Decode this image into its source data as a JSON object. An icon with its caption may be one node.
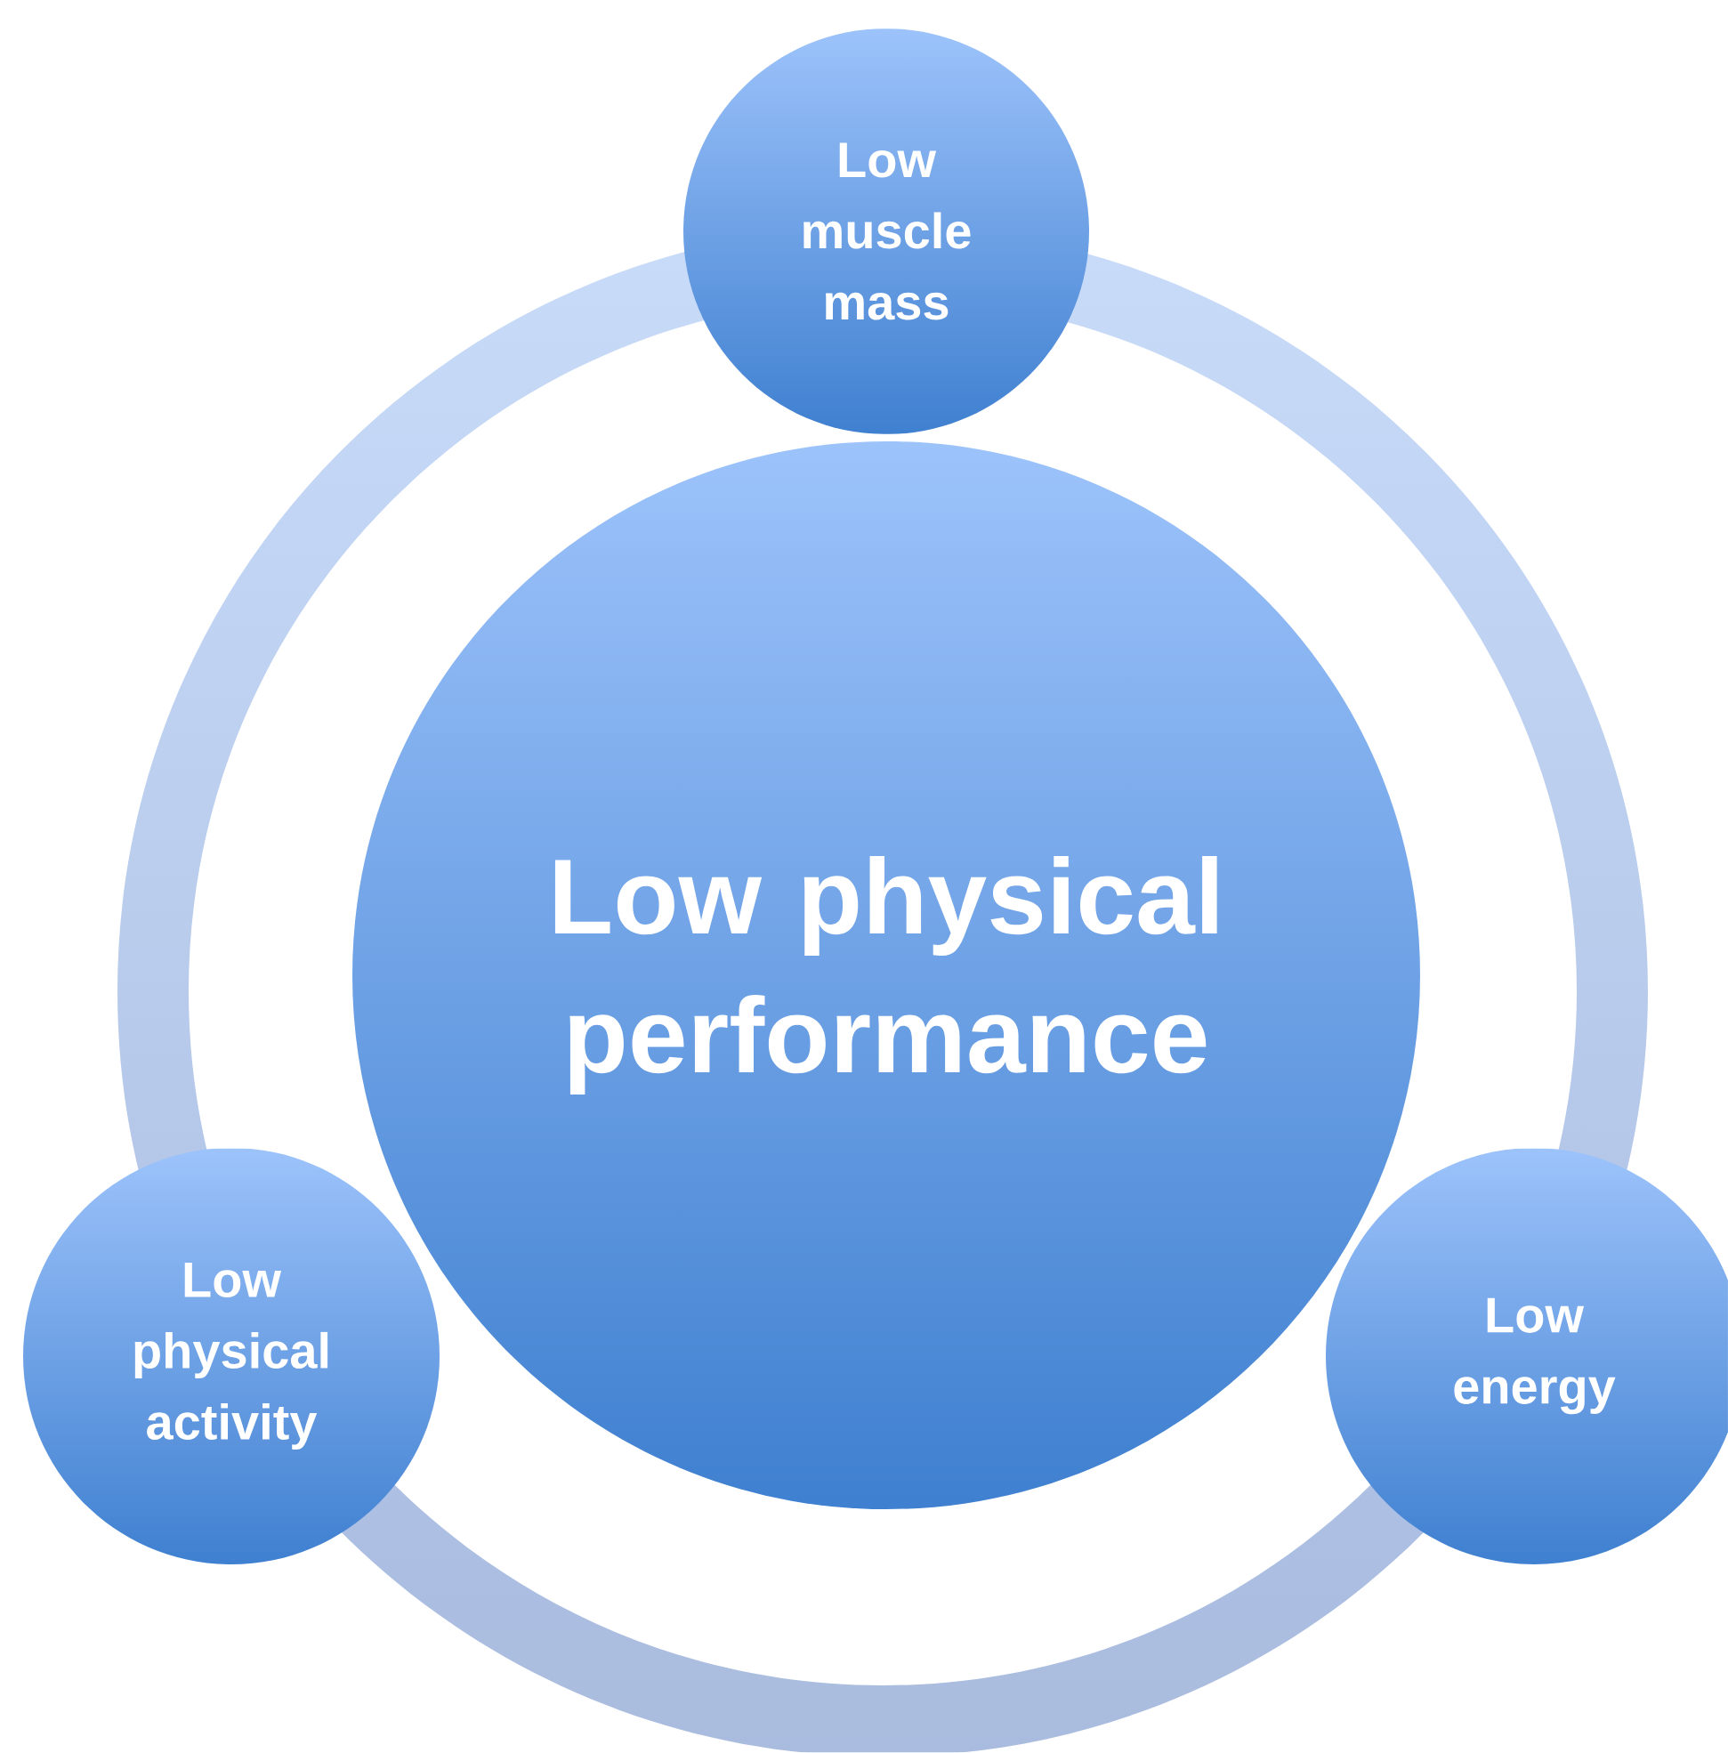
{
  "diagram": {
    "nodes": [
      {
        "text": [
          "Low muscle mass"
        ]
      },
      {
        "text": [
          "Low physical performance"
        ]
      },
      {
        "text": [
          "Low physical activity"
        ]
      },
      {
        "text": [
          "Low energy"
        ]
      }
    ]
  }
}
